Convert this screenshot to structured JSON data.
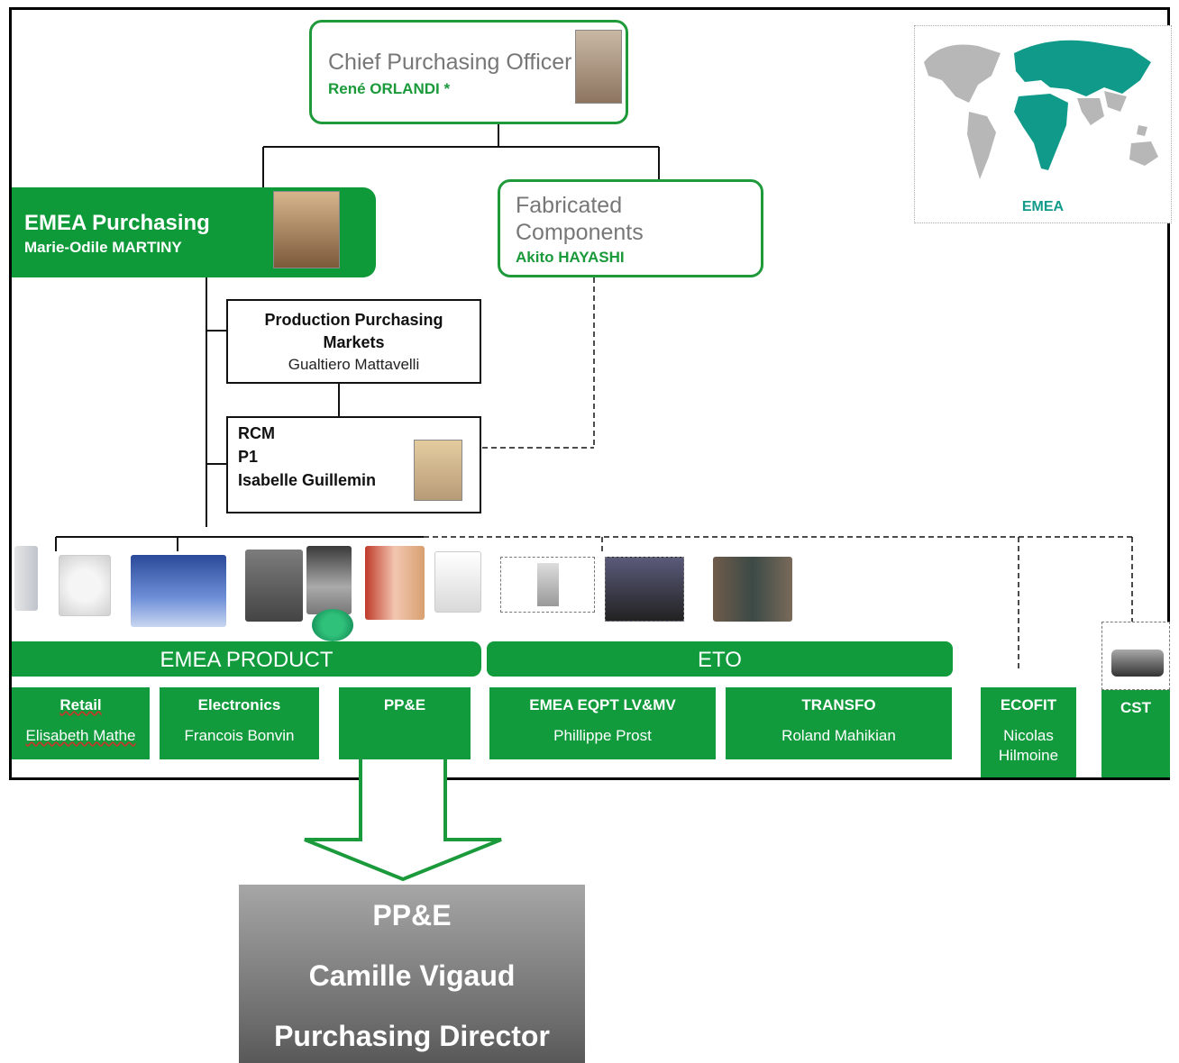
{
  "cpo": {
    "title": "Chief Purchasing Officer",
    "name": "René ORLANDI *"
  },
  "emea_purchasing": {
    "title": "EMEA Purchasing",
    "name": "Marie-Odile MARTINY"
  },
  "fabricated": {
    "title_line1": "Fabricated",
    "title_line2": "Components",
    "name": "Akito HAYASHI"
  },
  "production": {
    "line1": "Production Purchasing",
    "line2": "Markets",
    "name": "Gualtiero Mattavelli"
  },
  "rcm": {
    "line1": "RCM",
    "line2": "P1",
    "name": "Isabelle Guillemin"
  },
  "map": {
    "label": "EMEA"
  },
  "bars": {
    "emea_product": "EMEA PRODUCT",
    "eto": "ETO"
  },
  "units": [
    {
      "title": "Retail",
      "name": "Elisabeth Mathe"
    },
    {
      "title": "Electronics",
      "name": "Francois Bonvin"
    },
    {
      "title": "PP&E",
      "name": ""
    },
    {
      "title": "EMEA EQPT LV&MV",
      "name": "Phillippe  Prost"
    },
    {
      "title": "TRANSFO",
      "name": "Roland  Mahikian"
    },
    {
      "title": "ECOFIT",
      "name_line1": "Nicolas",
      "name_line2": "Hilmoine"
    },
    {
      "title": "CST",
      "name": ""
    }
  ],
  "bottom": {
    "line1": "PP&E",
    "line2": "Camille Vigaud",
    "line3": "Purchasing Director"
  },
  "colors": {
    "green": "#129b3c",
    "frame": "#000000",
    "gray": "#777777"
  }
}
